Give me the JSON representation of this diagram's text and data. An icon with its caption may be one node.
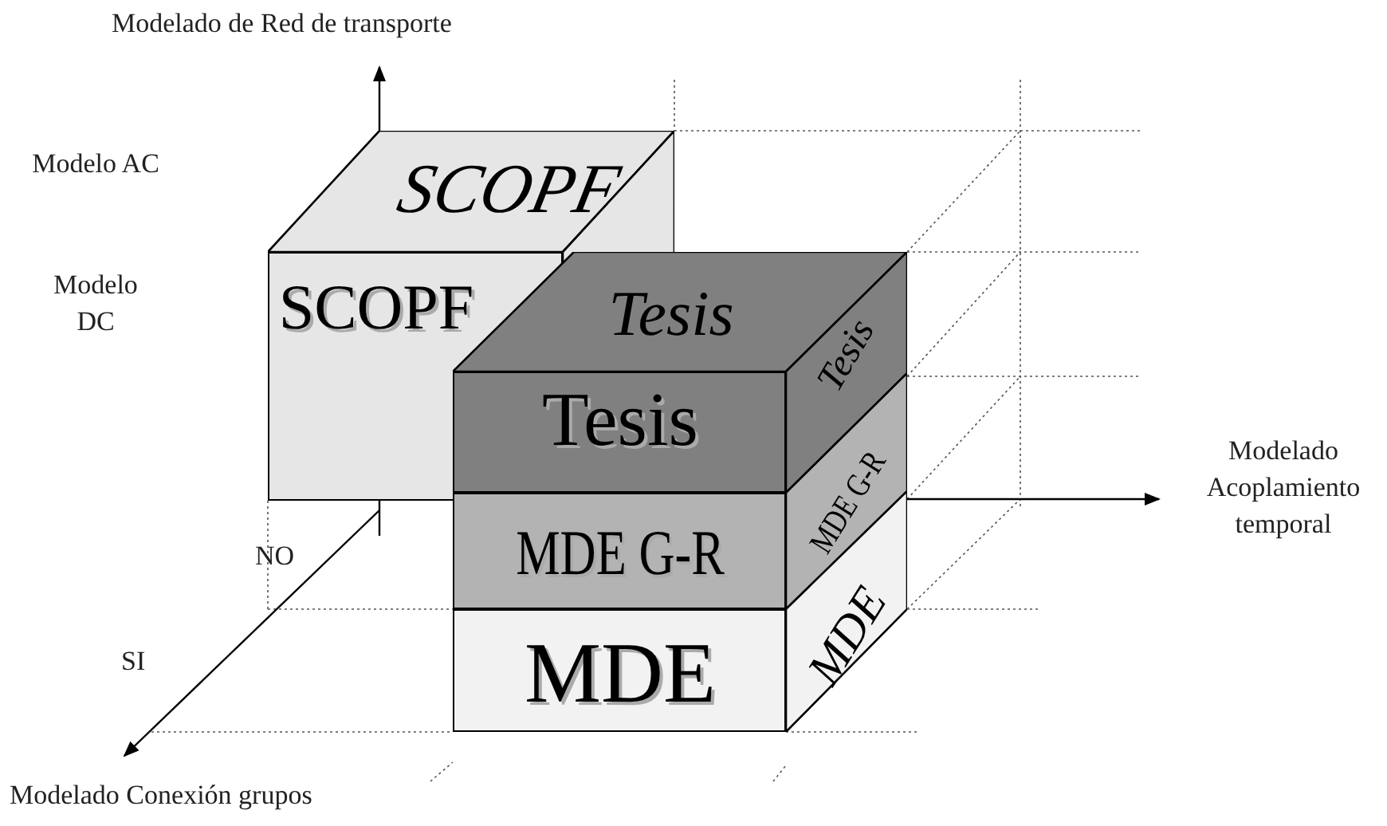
{
  "diagram": {
    "nodes": [
      {
        "text": [
          "SCOPF",
          "SCOPF"
        ]
      },
      {
        "text": [
          "Tesis",
          "Tesis",
          "Tesis"
        ]
      },
      {
        "text": [
          "MDE G-R",
          "MDE G-R"
        ]
      },
      {
        "text": [
          "MDE",
          "MDE"
        ]
      }
    ],
    "labels": [
      "Modelado de Red de transporte",
      "Modelo AC",
      "Modelo DC",
      "Modelado Acoplamiento temporal",
      "NO",
      "SI",
      "Modelado Conexión grupos"
    ]
  }
}
